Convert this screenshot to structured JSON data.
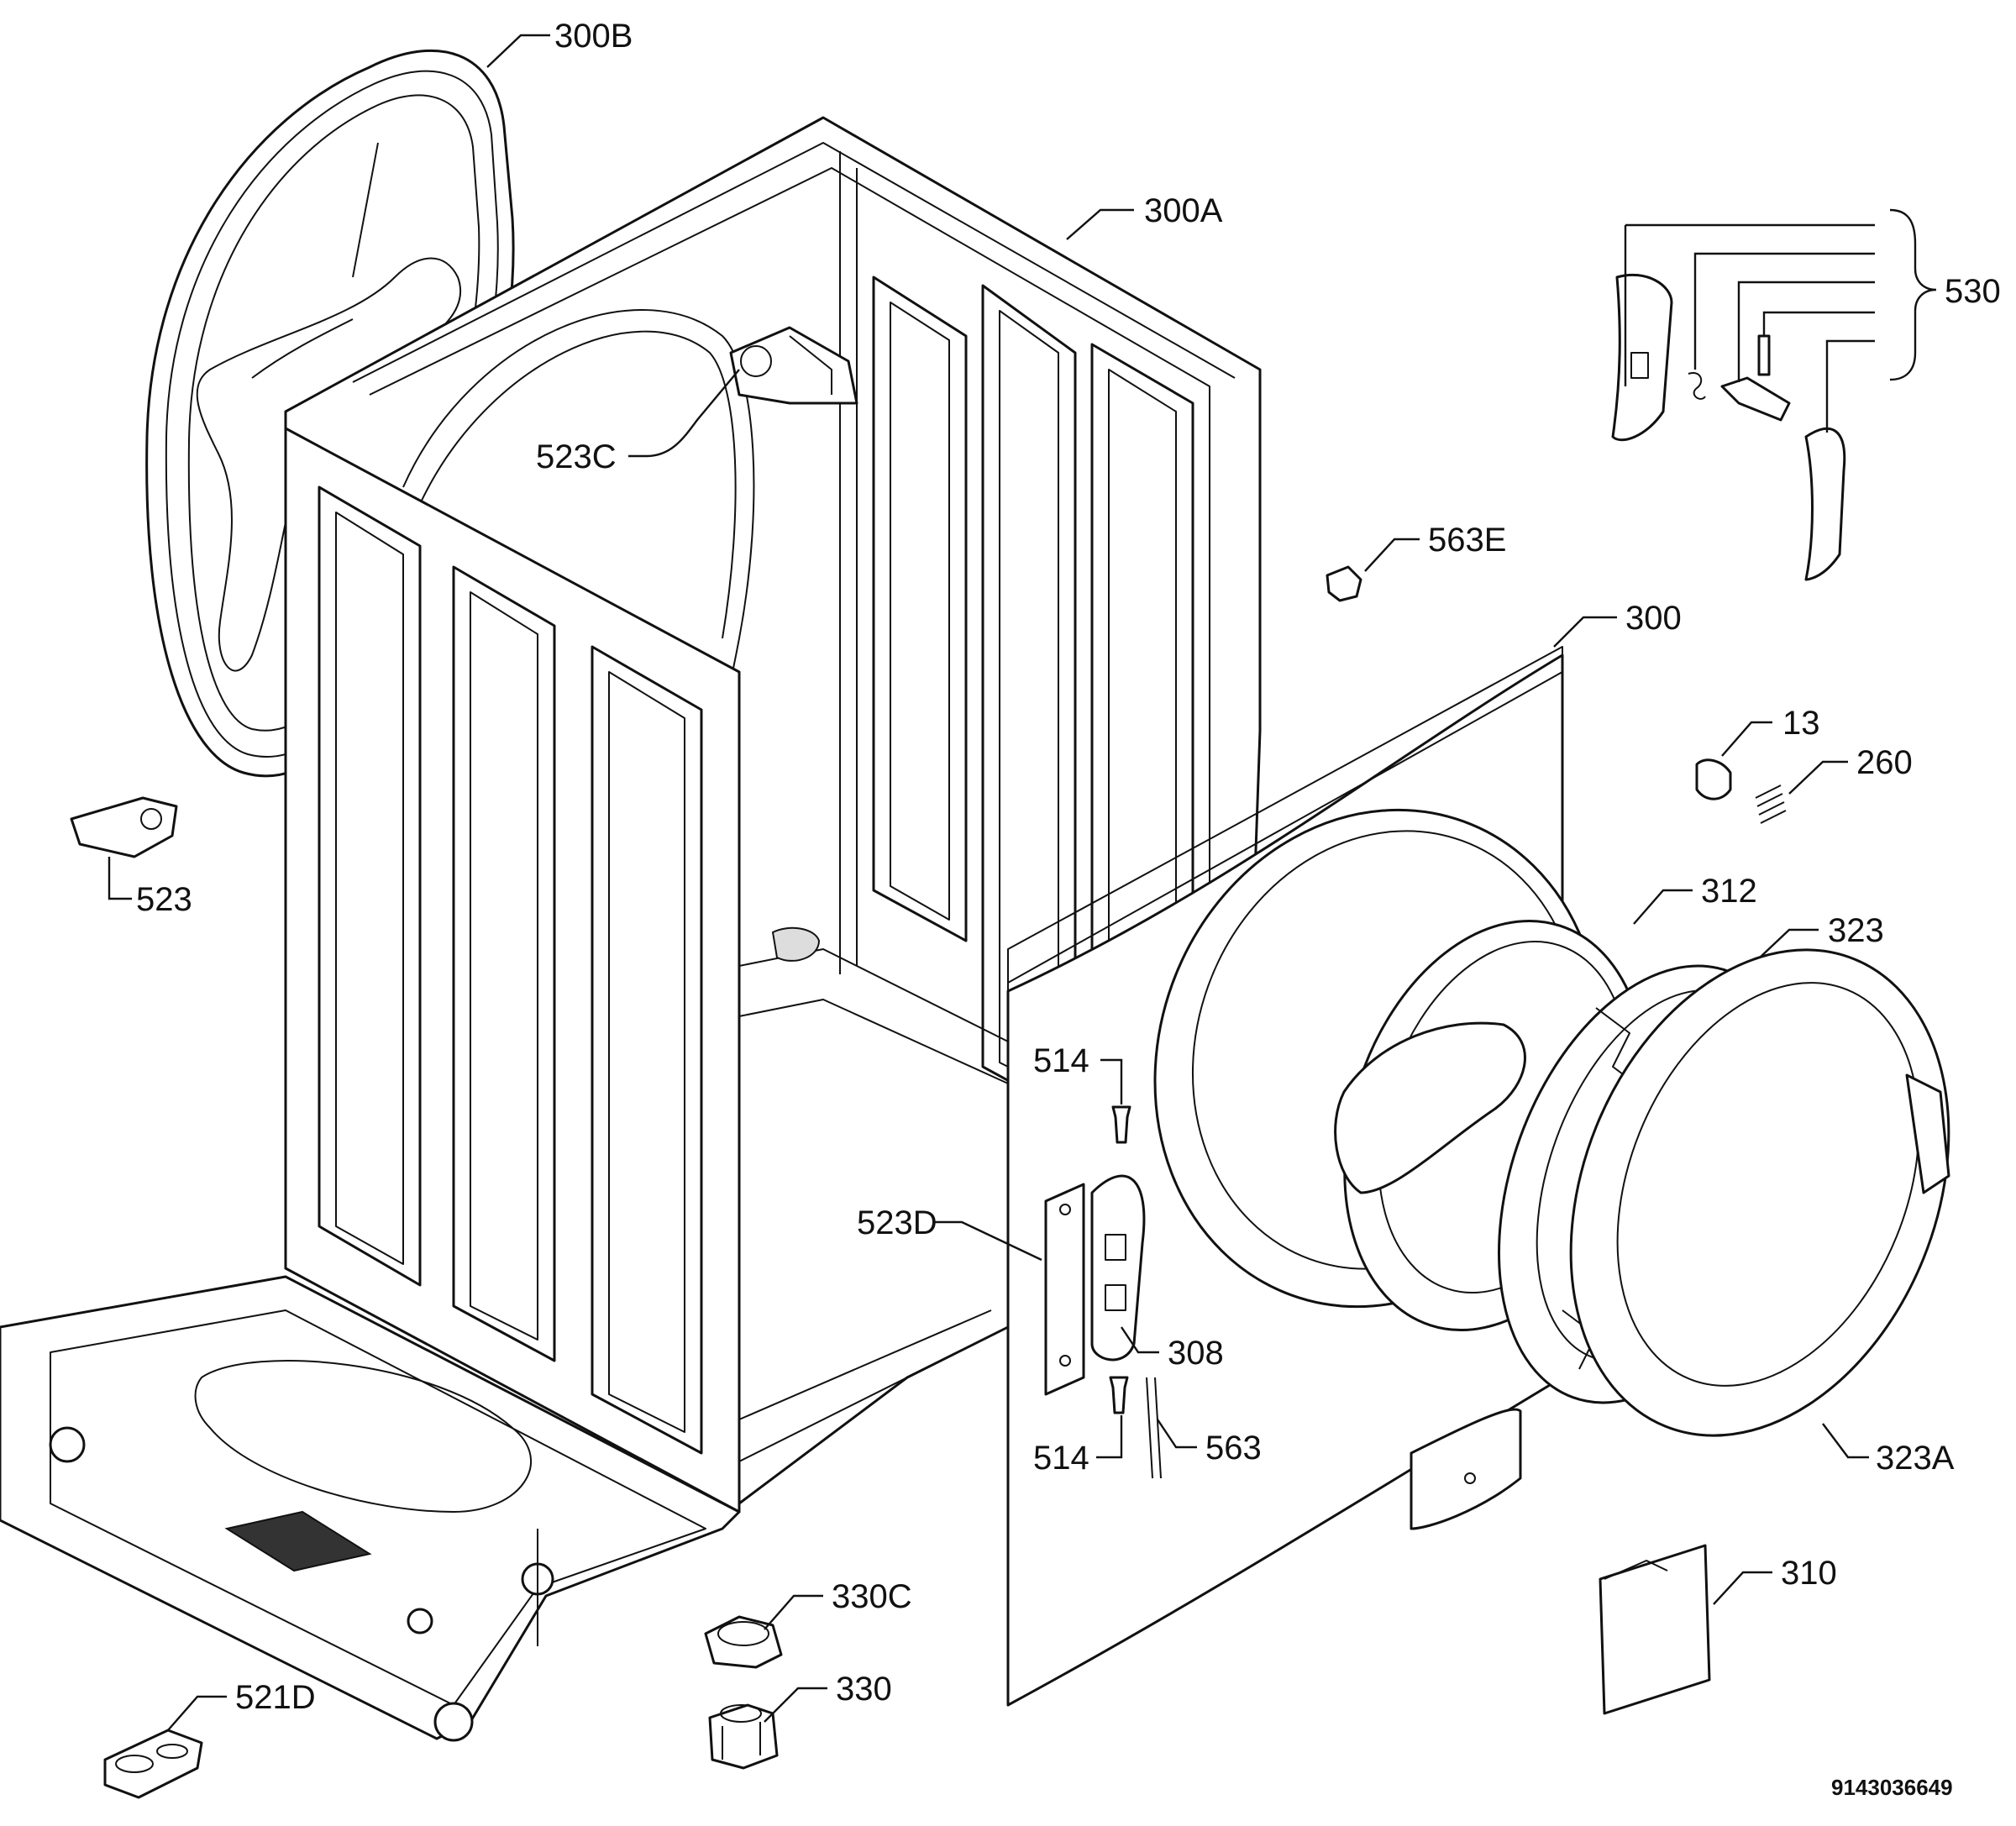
{
  "labels": {
    "l300B": "300B",
    "l300A": "300A",
    "l530": "530",
    "l523C": "523C",
    "l563E": "563E",
    "l300": "300",
    "l13": "13",
    "l260": "260",
    "l523": "523",
    "l312": "312",
    "l323": "323",
    "l514a": "514",
    "l523D": "523D",
    "l308": "308",
    "l514b": "514",
    "l563": "563",
    "l323A": "323A",
    "l310": "310",
    "l330C": "330C",
    "l330": "330",
    "l521D": "521D"
  },
  "document_id": "9143036649"
}
